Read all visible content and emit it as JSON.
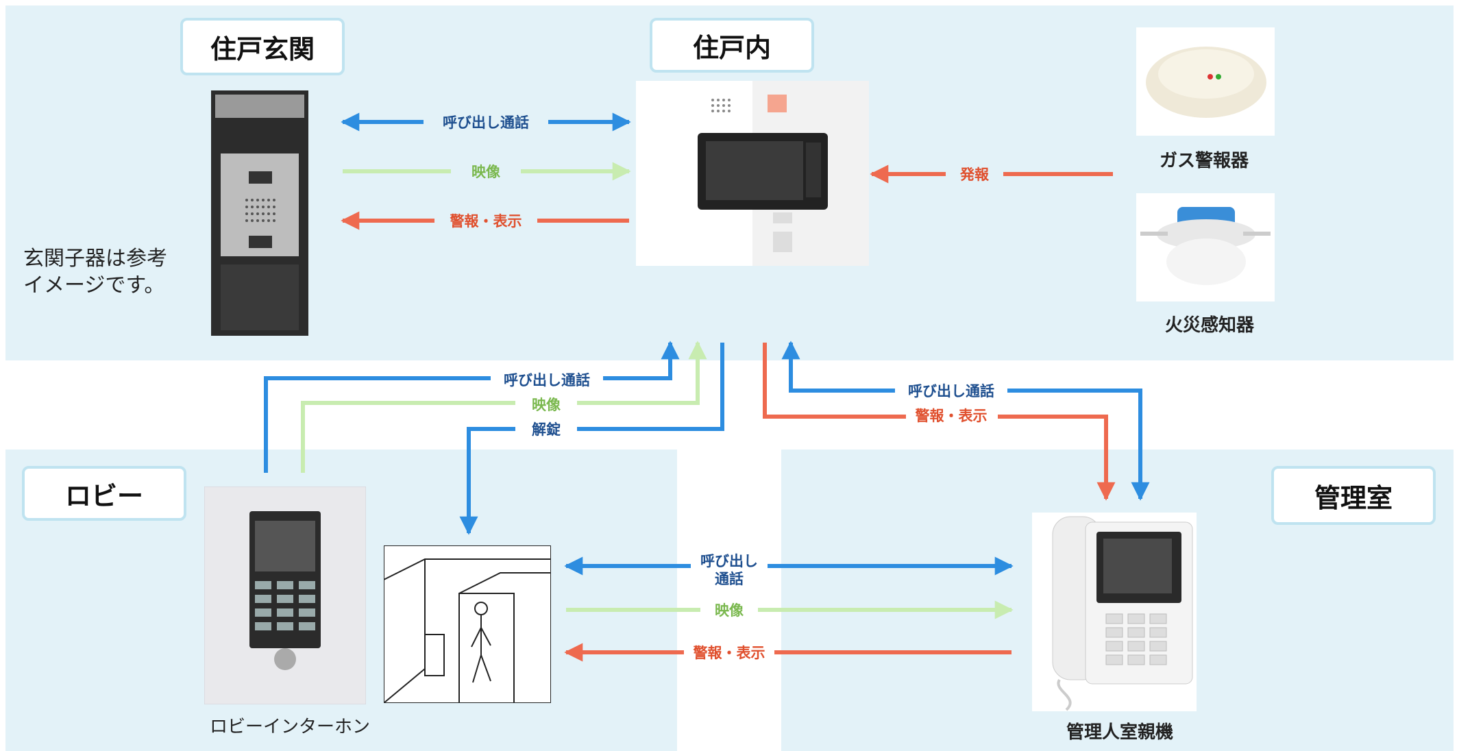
{
  "colors": {
    "call": "#2d8de0",
    "video": "#c8ecb0",
    "alarm": "#ee6a4f",
    "call_text": "#1e4f8f",
    "video_text": "#7ab84e",
    "alarm_text": "#e0502e",
    "panel": "#e3f2f8"
  },
  "labels": {
    "entrance": "住戸玄関",
    "inside": "住戸内",
    "lobby": "ロビー",
    "office": "管理室"
  },
  "captions": {
    "gas_alarm": "ガス警報器",
    "fire_detector": "火災感知器",
    "lobby_intercom": "ロビーインターホン",
    "manager_unit": "管理人室親機"
  },
  "note": {
    "line1": "玄関子器は参考",
    "line2": "イメージです。"
  },
  "flows": {
    "call": "呼び出し通話",
    "video": "映像",
    "alarm": "警報・表示",
    "report": "発報",
    "unlock": "解錠",
    "call_line1": "呼び出し",
    "call_line2": "通話"
  }
}
